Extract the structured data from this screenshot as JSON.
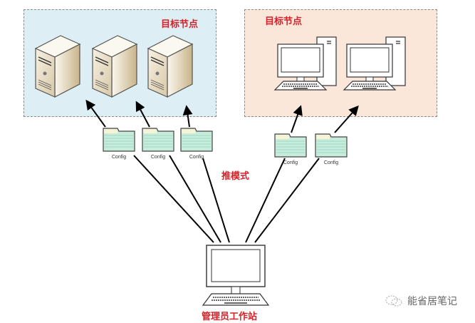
{
  "diagram": {
    "title_mode": "推模式",
    "target_groups": [
      {
        "label": "目标节点",
        "node_type": "server",
        "count": 3
      },
      {
        "label": "目标节点",
        "node_type": "desktop",
        "count": 2
      }
    ],
    "config_files": [
      "Config",
      "Config",
      "Config",
      "Config",
      "Config"
    ],
    "admin": {
      "label": "管理员工作站"
    },
    "watermark": "能省居笔记",
    "colors": {
      "label_red": "#d4232a",
      "server_box_bg": "#ddeef4",
      "desktop_box_bg": "#fbe6da",
      "folder_fill": "#c8ecdc",
      "folder_tab": "#f6f3d6"
    }
  }
}
